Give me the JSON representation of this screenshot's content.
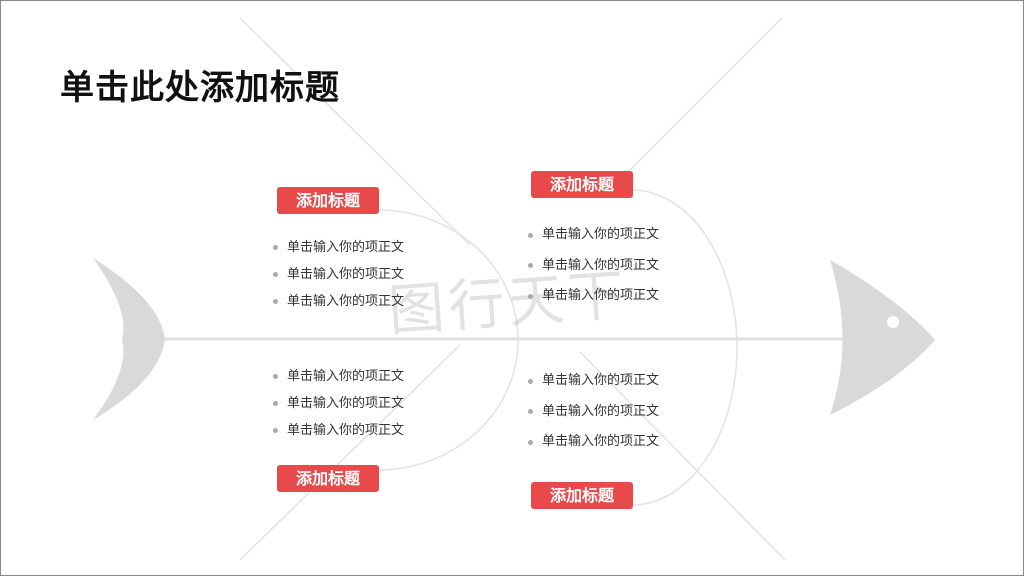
{
  "title": "单击此处添加标题",
  "watermark": "图行天下",
  "sections": [
    {
      "tag": "添加标题",
      "items": [
        "单击输入你的项正文",
        "单击输入你的项正文",
        "单击输入你的项正文"
      ]
    },
    {
      "tag": "添加标题",
      "items": [
        "单击输入你的项正文",
        "单击输入你的项正文",
        "单击输入你的项正文"
      ]
    },
    {
      "tag": "添加标题",
      "items": [
        "单击输入你的项正文",
        "单击输入你的项正文",
        "单击输入你的项正文"
      ]
    },
    {
      "tag": "添加标题",
      "items": [
        "单击输入你的项正文",
        "单击输入你的项正文",
        "单击输入你的项正文"
      ]
    }
  ],
  "colors": {
    "accent": "#e84a4b",
    "fish": "#d9d9d9"
  }
}
